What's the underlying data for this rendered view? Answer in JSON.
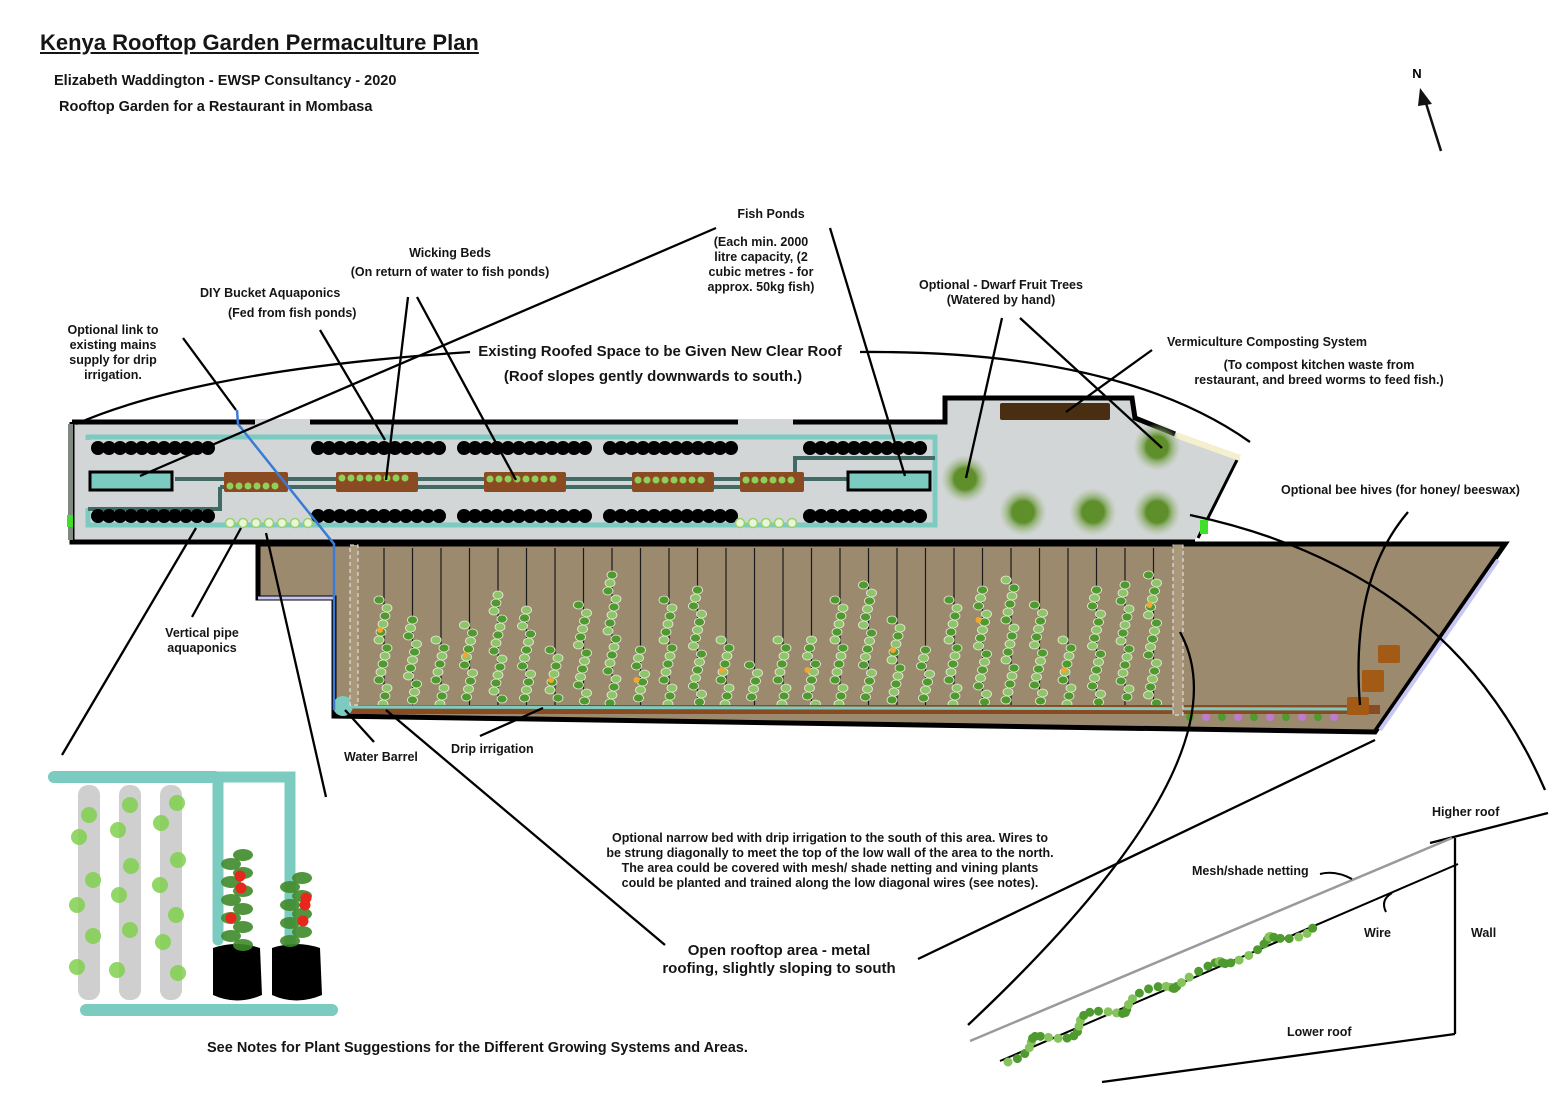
{
  "header": {
    "title": "Kenya Rooftop Garden Permaculture Plan",
    "author": "Elizabeth Waddington - EWSP Consultancy - 2020",
    "subtitle": "Rooftop Garden for a Restaurant in Mombasa"
  },
  "compass": {
    "label": "N",
    "icon": "north-arrow-icon"
  },
  "labels": {
    "fish_ponds_title": "Fish Ponds",
    "fish_ponds_detail": [
      "(Each min. 2000",
      "litre capacity, (2",
      "cubic metres - for",
      "approx. 50kg fish)"
    ],
    "wicking_beds_title": "Wicking Beds",
    "wicking_beds_detail": "(On return of water to fish ponds)",
    "bucket_aquaponics_title": "DIY Bucket Aquaponics",
    "bucket_aquaponics_detail": "(Fed from fish ponds)",
    "mains_link": [
      "Optional link to",
      "existing mains",
      "supply for drip",
      "irrigation."
    ],
    "roofed_space_title": "Existing Roofed Space to be Given New Clear Roof",
    "roofed_space_detail": "(Roof slopes gently downwards to south.)",
    "fruit_trees_title": "Optional - Dwarf Fruit Trees",
    "fruit_trees_detail": "(Watered by hand)",
    "vermiculture_title": "Vermiculture Composting System",
    "vermiculture_detail": [
      "(To compost kitchen waste from",
      "restaurant, and breed worms to feed fish.)"
    ],
    "bee_hives": "Optional bee hives (for honey/ beeswax)",
    "vertical_pipe": [
      "Vertical pipe",
      "aquaponics"
    ],
    "water_barrel": "Water Barrel",
    "drip_irrigation": "Drip irrigation",
    "narrow_bed_note": [
      "Optional narrow bed with drip irrigation to the south of this area. Wires to",
      "be strung diagonally to meet the top of the low wall of the area to the north.",
      "The area could be covered with mesh/ shade netting and vining plants",
      "could be planted and trained along the low diagonal wires (see notes)."
    ],
    "open_rooftop": [
      "Open rooftop area - metal",
      "roofing, slightly sloping to south"
    ],
    "higher_roof": "Higher roof",
    "mesh_netting": "Mesh/shade netting",
    "wire": "Wire",
    "wall": "Wall",
    "lower_roof": "Lower roof",
    "footer_note": "See Notes for Plant Suggestions for the Different Growing Systems and Areas."
  },
  "colors": {
    "roofed_floor": "#d3d6d7",
    "open_floor": "#9c8a6e",
    "pond_water": "#7ccbc0",
    "pipe": "#3f6b64",
    "wicking_soil": "#8a4a22",
    "bucket": "#000000",
    "tree": "#5e8f2a",
    "compost": "#4a2e12",
    "bee_hive": "#a35a14",
    "mains_pipe": "#3a7bd5",
    "tomato": "#e8261c",
    "plant": "#6cb83a"
  }
}
